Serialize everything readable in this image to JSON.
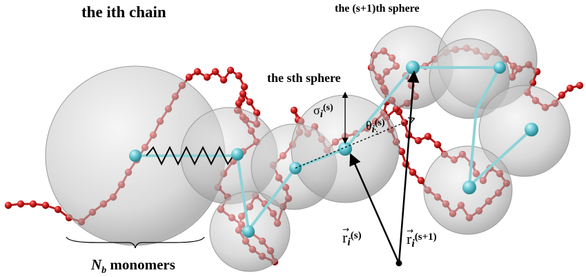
{
  "labels": {
    "chain_label": "the ith chain",
    "next_sphere_label": "the (s+1)th sphere",
    "sphere_label": "the sth sphere",
    "monomers_symbol": "N",
    "monomers_subscript": "b",
    "monomers_text": " monomers",
    "sigma_symbol": "σ",
    "sigma_index": "i",
    "sigma_arg": "(s)",
    "theta_symbol": "θ",
    "theta_index": "i",
    "theta_arg": "(s)",
    "r_s_symbol": "r",
    "r_s_index": "i",
    "r_s_arg": "(s)",
    "r_s1_symbol": "r",
    "r_s1_index": "i",
    "r_s1_arg": "(s+1)"
  },
  "colors": {
    "sphere_fill": "#b9b9b9",
    "sphere_edge": "#8c8c8c",
    "bead": "#d21e1e",
    "bead_dark": "#8a0c0c",
    "center": "#5fc4cf",
    "center_dark": "#2f8d98",
    "bond": "#8fd3d8",
    "arrow": "#000000"
  }
}
